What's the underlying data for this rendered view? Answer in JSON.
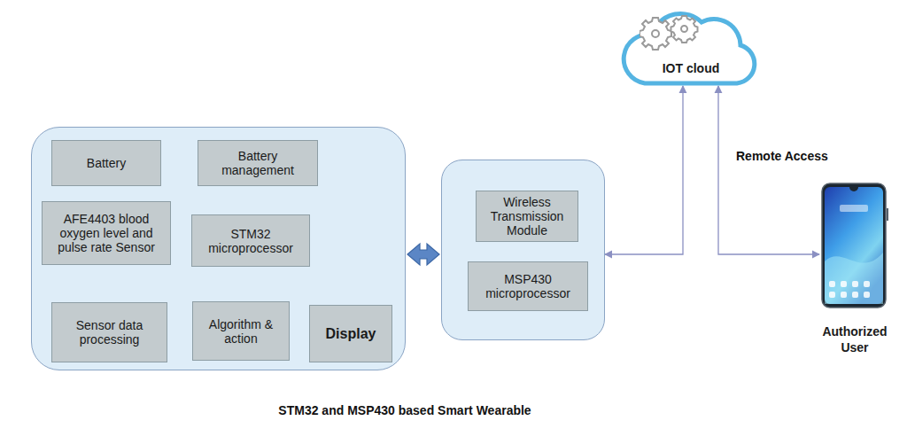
{
  "diagram": {
    "caption": "STM32 and MSP430 based Smart Wearable",
    "nodes": [
      {
        "text": []
      },
      {
        "text": [
          "Battery"
        ],
        "in": 0
      },
      {
        "text": [
          "Battery management"
        ],
        "in": 0
      },
      {
        "text": [
          "AFE4403 blood oxygen level and pulse rate Sensor"
        ],
        "in": 0
      },
      {
        "text": [
          "STM32 microprocessor"
        ],
        "in": 0
      },
      {
        "text": [
          "Sensor data processing"
        ],
        "in": 0
      },
      {
        "text": [
          "Algorithm & action"
        ],
        "in": 0
      },
      {
        "text": [
          "Display"
        ],
        "in": 0
      },
      {
        "text": []
      },
      {
        "text": [
          "Wireless Transmission Module"
        ],
        "in": 8
      },
      {
        "text": [
          "MSP430 microprocessor"
        ],
        "in": 8
      },
      {
        "text": [
          "IOT cloud"
        ]
      },
      {
        "text": [
          "Authorized User"
        ]
      }
    ],
    "edges": [
      {
        "from": 1,
        "to": 2,
        "arrow": "to"
      },
      {
        "from": 2,
        "to": 4,
        "arrow": "to"
      },
      {
        "from": 3,
        "to": 5,
        "arrow": "to"
      },
      {
        "from": 5,
        "to": 6,
        "arrow": "to"
      },
      {
        "from": 6,
        "to": 4,
        "arrow": "to"
      },
      {
        "from": 4,
        "to": 7,
        "arrow": "to"
      },
      {
        "from": 0,
        "to": 8,
        "arrow": "both"
      },
      {
        "from": 8,
        "to": 11,
        "arrow": "both"
      },
      {
        "from": 12,
        "to": 11,
        "label": "Remote Access",
        "arrow": "both"
      }
    ]
  }
}
